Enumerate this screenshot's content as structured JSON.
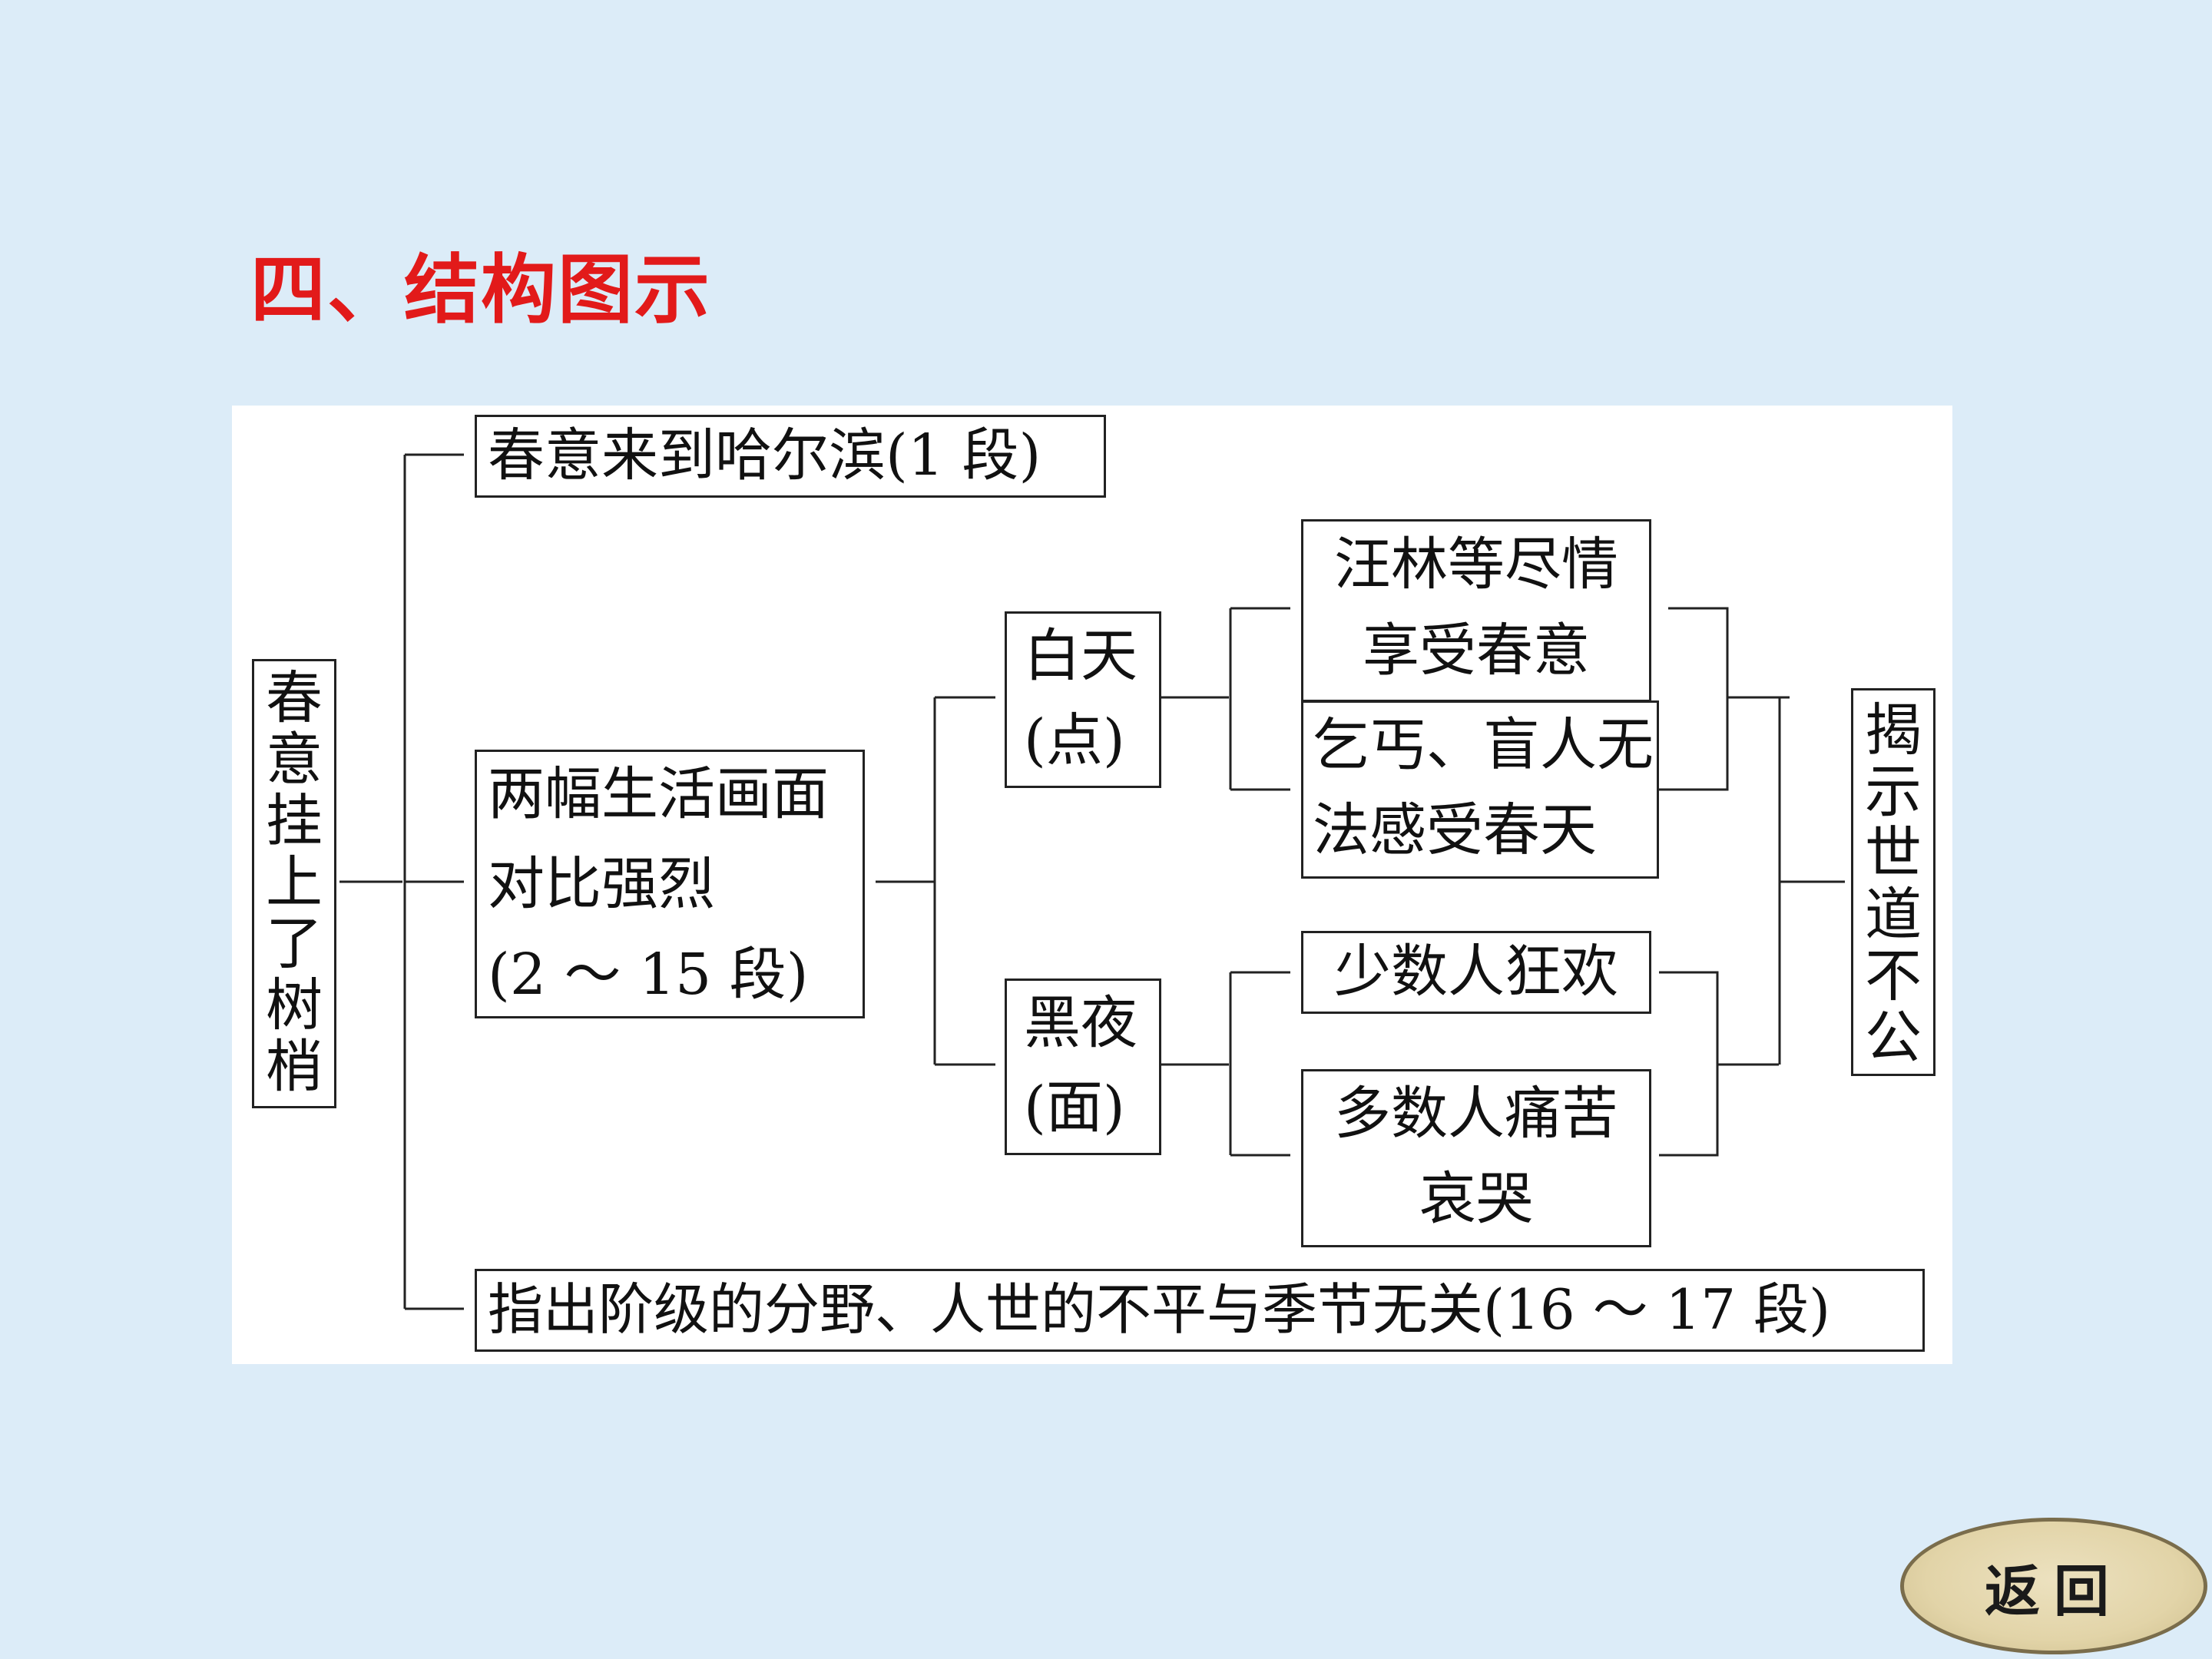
{
  "title": "四、结构图示",
  "colors": {
    "title": "#e21a1a",
    "background": "#dcecf8",
    "panel": "#ffffff",
    "line": "#222222"
  },
  "diagram": {
    "root": [
      "春",
      "意",
      "挂",
      "上",
      "了",
      "树",
      "梢"
    ],
    "section1": "春意来到哈尔滨(1 段)",
    "section2": {
      "line1": "两幅生活画面",
      "line2": "对比强烈",
      "line3": "(2 ～ 15 段)"
    },
    "section3": "指出阶级的分野、人世的不平与季节无关(16 ～ 17 段)",
    "day": {
      "line1": "白天",
      "line2": "(点)"
    },
    "night": {
      "line1": "黑夜",
      "line2": "(面)"
    },
    "day_a": {
      "line1": "汪林等尽情",
      "line2": "享受春意"
    },
    "day_b": {
      "line1": "乞丐、盲人无",
      "line2": "法感受春天"
    },
    "night_a": "少数人狂欢",
    "night_b": {
      "line1": "多数人痛苦",
      "line2": "哀哭"
    },
    "conclusion": [
      "揭",
      "示",
      "世",
      "道",
      "不",
      "公"
    ]
  },
  "return_button": "返回"
}
